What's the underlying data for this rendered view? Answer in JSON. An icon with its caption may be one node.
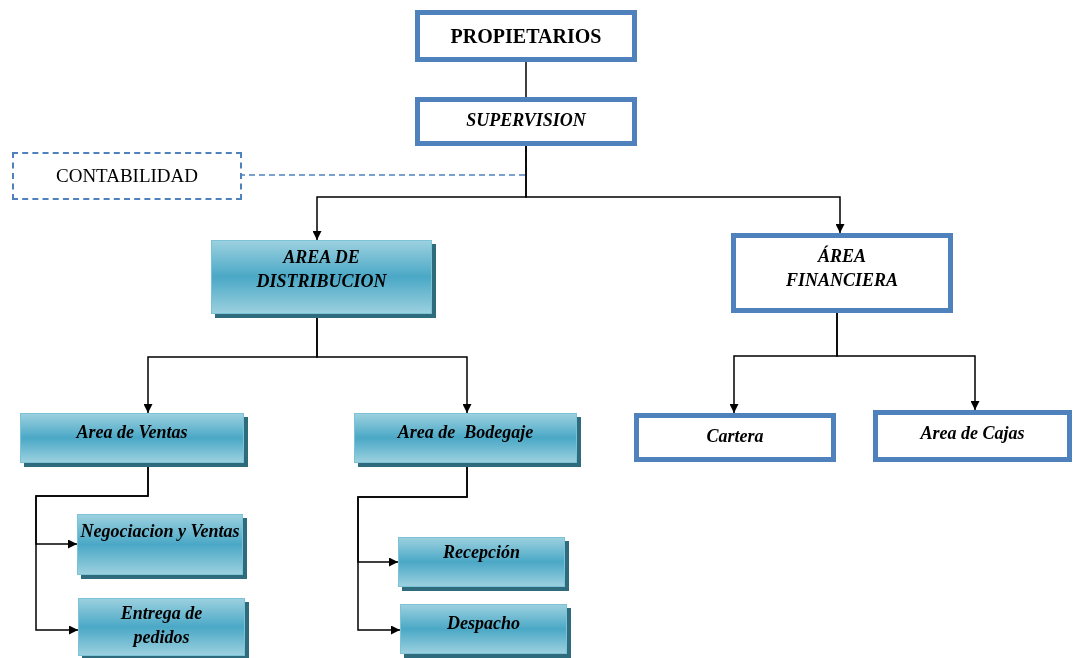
{
  "diagram": {
    "nodes": [
      {
        "text": [
          "PROPIETARIOS"
        ]
      },
      {
        "text": [
          "SUPERVISION"
        ]
      },
      {
        "text": [
          "CONTABILIDAD"
        ]
      },
      {
        "text": [
          "AREA DE DISTRIBUCION"
        ]
      },
      {
        "text": [
          "ÁREA FINANCIERA"
        ]
      },
      {
        "text": [
          "Area de Ventas"
        ]
      },
      {
        "text": [
          "Area de  Bodegaje"
        ]
      },
      {
        "text": [
          "Cartera"
        ]
      },
      {
        "text": [
          "Area de Cajas"
        ]
      },
      {
        "text": [
          "Negociacion y Ventas"
        ]
      },
      {
        "text": [
          "Entrega de pedidos"
        ]
      },
      {
        "text": [
          "Recepción"
        ]
      },
      {
        "text": [
          "Despacho"
        ]
      }
    ],
    "edges": [
      {
        "from": 0,
        "to": 1,
        "arrow": "none"
      },
      {
        "from": 1,
        "to": 2,
        "arrow": "none",
        "style": "dashed",
        "color": "#4f81bd"
      },
      {
        "from": 1,
        "to": 3,
        "arrow": "to"
      },
      {
        "from": 1,
        "to": 4,
        "arrow": "to"
      },
      {
        "from": 3,
        "to": 5,
        "arrow": "to"
      },
      {
        "from": 3,
        "to": 6,
        "arrow": "to"
      },
      {
        "from": 4,
        "to": 7,
        "arrow": "to"
      },
      {
        "from": 4,
        "to": 8,
        "arrow": "to"
      },
      {
        "from": 5,
        "to": 9,
        "arrow": "to"
      },
      {
        "from": 5,
        "to": 10,
        "arrow": "to"
      },
      {
        "from": 6,
        "to": 11,
        "arrow": "to"
      },
      {
        "from": 6,
        "to": 12,
        "arrow": "to"
      }
    ]
  }
}
